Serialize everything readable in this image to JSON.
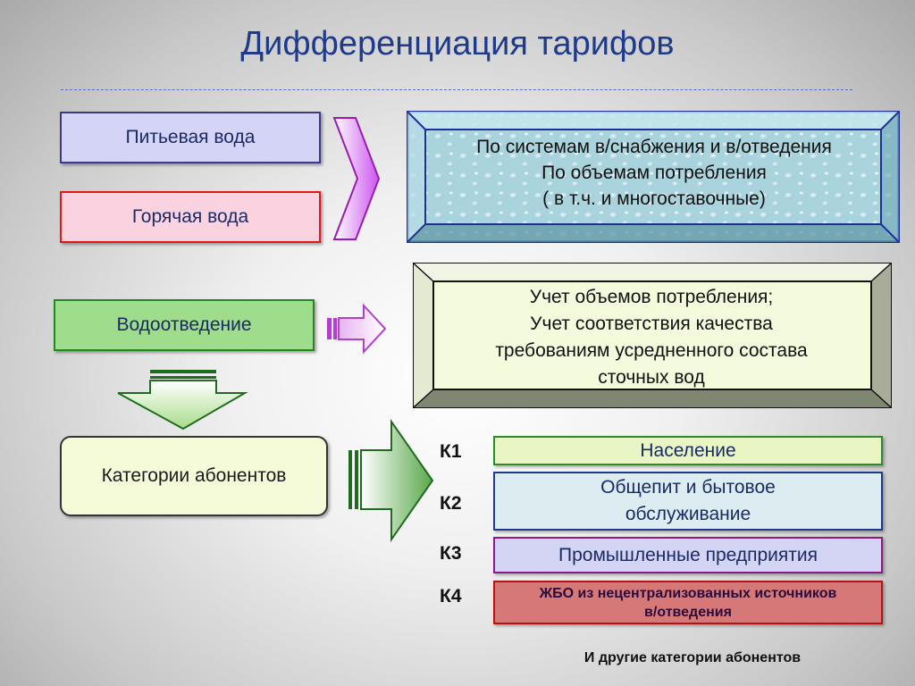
{
  "title": "Дифференциация тарифов",
  "left": {
    "drinking_water": "Питьевая вода",
    "hot_water": "Горячая вода",
    "drainage": "Водоотведение",
    "subscriber_categories": "Категории абонентов"
  },
  "water_box": {
    "line1": "По системам в/снабжения и в/отведения",
    "line2": "По объемам потребления",
    "line3": "( в т.ч. и многоставочные)"
  },
  "drainage_box": {
    "line1": "Учет объемов потребления;",
    "line2": "Учет соответствия качества",
    "line3": "требованиям усредненного состава",
    "line4": "сточных вод"
  },
  "categories": [
    {
      "code": "К1",
      "label": "Население"
    },
    {
      "code": "К2",
      "label_line1": "Общепит и бытовое",
      "label_line2": "обслуживание"
    },
    {
      "code": "К3",
      "label": "Промышленные предприятия"
    },
    {
      "code": "К4",
      "label_line1": "ЖБО из нецентрализованных источников",
      "label_line2": "в/отведения"
    }
  ],
  "footer": "И другие категории абонентов"
}
